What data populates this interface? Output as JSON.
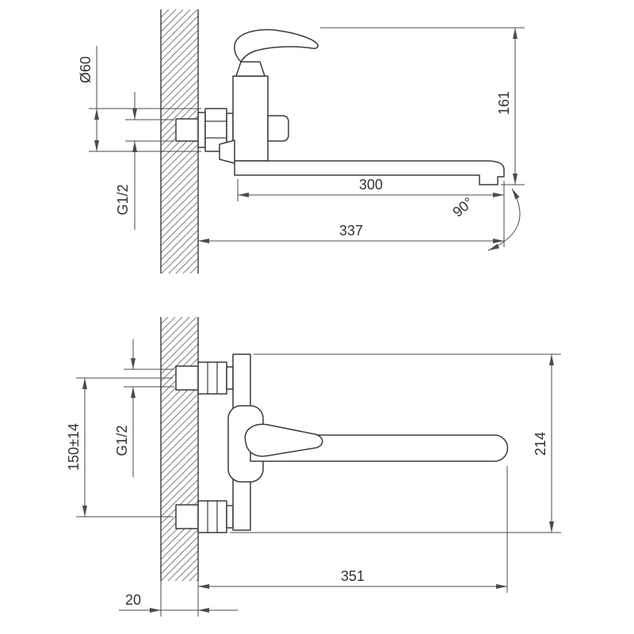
{
  "drawing": {
    "accent_color": "#3a3a3a",
    "dim_color": "#4a4a4a"
  },
  "views": {
    "side": {
      "diameter": "Ø60",
      "thread": "G1/2",
      "height": "161",
      "spout_reach": "300",
      "swivel_angle": "90°",
      "total_reach": "337"
    },
    "front": {
      "centers": "150±14",
      "thread": "G1/2",
      "height": "214",
      "total_reach": "351",
      "wall_thickness": "20"
    }
  }
}
